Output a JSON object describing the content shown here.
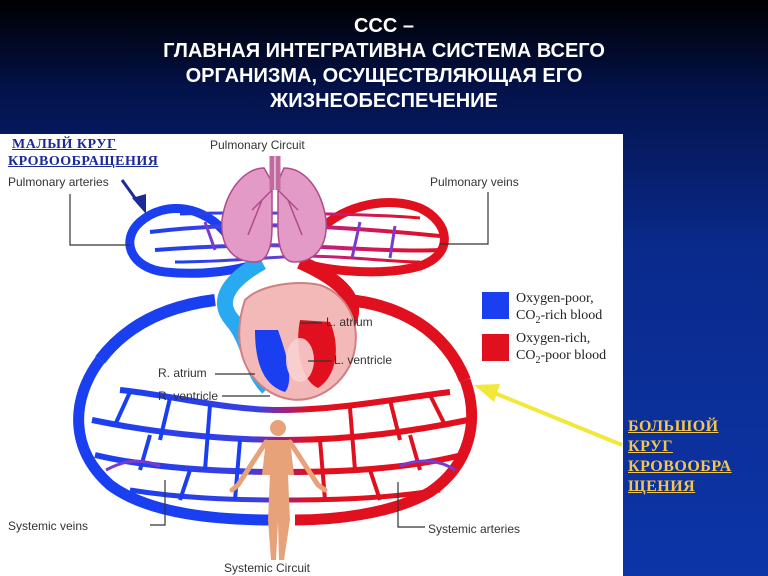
{
  "title": {
    "line1": "ССС –",
    "line2": "ГЛАВНАЯ ИНТЕГРАТИВНА СИСТЕМА ВСЕГО",
    "line3": "ОРГАНИЗМА, ОСУЩЕСТВЛЯЮЩАЯ ЕГО",
    "line4": "ЖИЗНЕОБЕСПЕЧЕНИЕ"
  },
  "annotations": {
    "small_circle": {
      "line1": "МАЛЫЙ КРУГ",
      "line2": "КРОВООБРАЩЕНИЯ"
    },
    "big_circle": {
      "line1": "БОЛЬШОЙ",
      "line2": "КРУГ",
      "line3": "КРОВООБРА",
      "line4": "ЩЕНИЯ"
    }
  },
  "diagram_labels": {
    "pulmonary_circuit": "Pulmonary Circuit",
    "pulmonary_arteries": "Pulmonary arteries",
    "pulmonary_veins": "Pulmonary veins",
    "l_atrium": "L. atrium",
    "l_ventricle": "L. ventricle",
    "r_atrium": "R. atrium",
    "r_ventricle": "R. ventricle",
    "systemic_veins": "Systemic veins",
    "systemic_arteries": "Systemic arteries",
    "systemic_circuit": "Systemic Circuit"
  },
  "legend": {
    "poor": {
      "line1": "Oxygen-poor,",
      "line2_a": "CO",
      "line2_sub": "2",
      "line2_b": "-rich blood",
      "color": "#1a3ff0"
    },
    "rich": {
      "line1": "Oxygen-rich,",
      "line2_a": "CO",
      "line2_sub": "2",
      "line2_b": "-poor blood",
      "color": "#e0101e"
    }
  },
  "colors": {
    "oxygen_poor": "#1a3ff0",
    "oxygen_rich": "#e0101e",
    "big_circle_arrow": "#f2e83a",
    "small_circle_arrow": "#1a2a99"
  }
}
